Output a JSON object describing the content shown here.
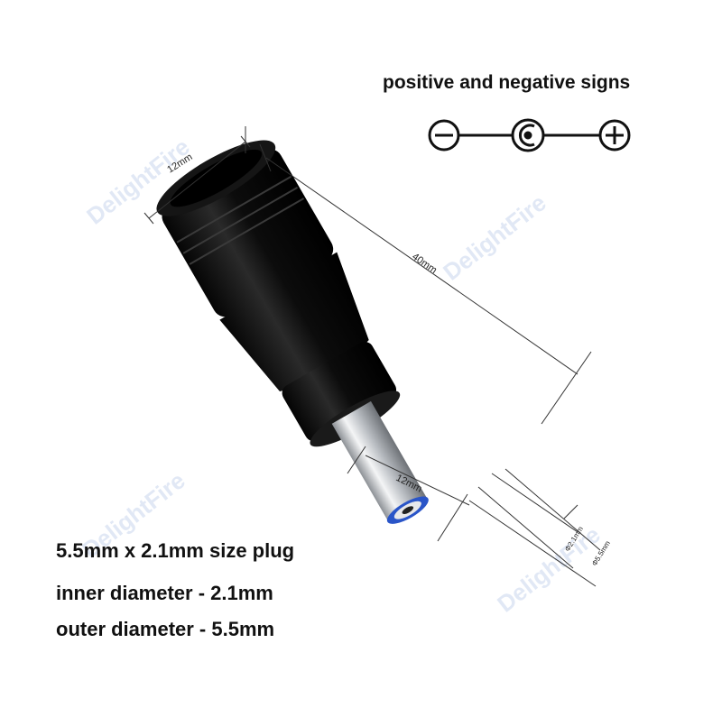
{
  "heading": "positive and negative signs",
  "polarity_symbol": {
    "negative": "minus-icon",
    "center": "center-positive-jack-icon",
    "positive": "plus-icon"
  },
  "dimensions": {
    "barrel_diameter": "12mm",
    "total_length": "40mm",
    "pin_length": "12mm",
    "inner_diameter_label": "Φ2.1mm",
    "outer_diameter_label": "Φ5.5mm"
  },
  "specs": [
    "5.5mm x 2.1mm size plug",
    "inner diameter - 2.1mm",
    "outer diameter - 5.5mm"
  ],
  "watermark": "DelightFire",
  "colors": {
    "body": "#111111",
    "metal": "#c8ccd2",
    "insulator_ring": "#2a55c8"
  }
}
